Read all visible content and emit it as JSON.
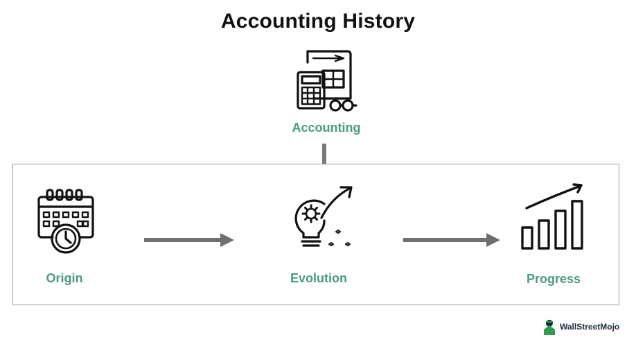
{
  "diagram": {
    "title": "Accounting History",
    "root": {
      "label": "Accounting",
      "icon": "calculator-document-icon"
    },
    "stages": [
      {
        "label": "Origin",
        "icon": "calendar-clock-icon"
      },
      {
        "label": "Evolution",
        "icon": "lightbulb-gear-icon"
      },
      {
        "label": "Progress",
        "icon": "growth-bar-chart-icon"
      }
    ]
  },
  "branding": {
    "logo_text": "WallStreetMojo"
  },
  "colors": {
    "accent": "#4a9a83",
    "connector": "#7a7a7a",
    "text": "#111111",
    "logo_green": "#2e9d4e"
  }
}
